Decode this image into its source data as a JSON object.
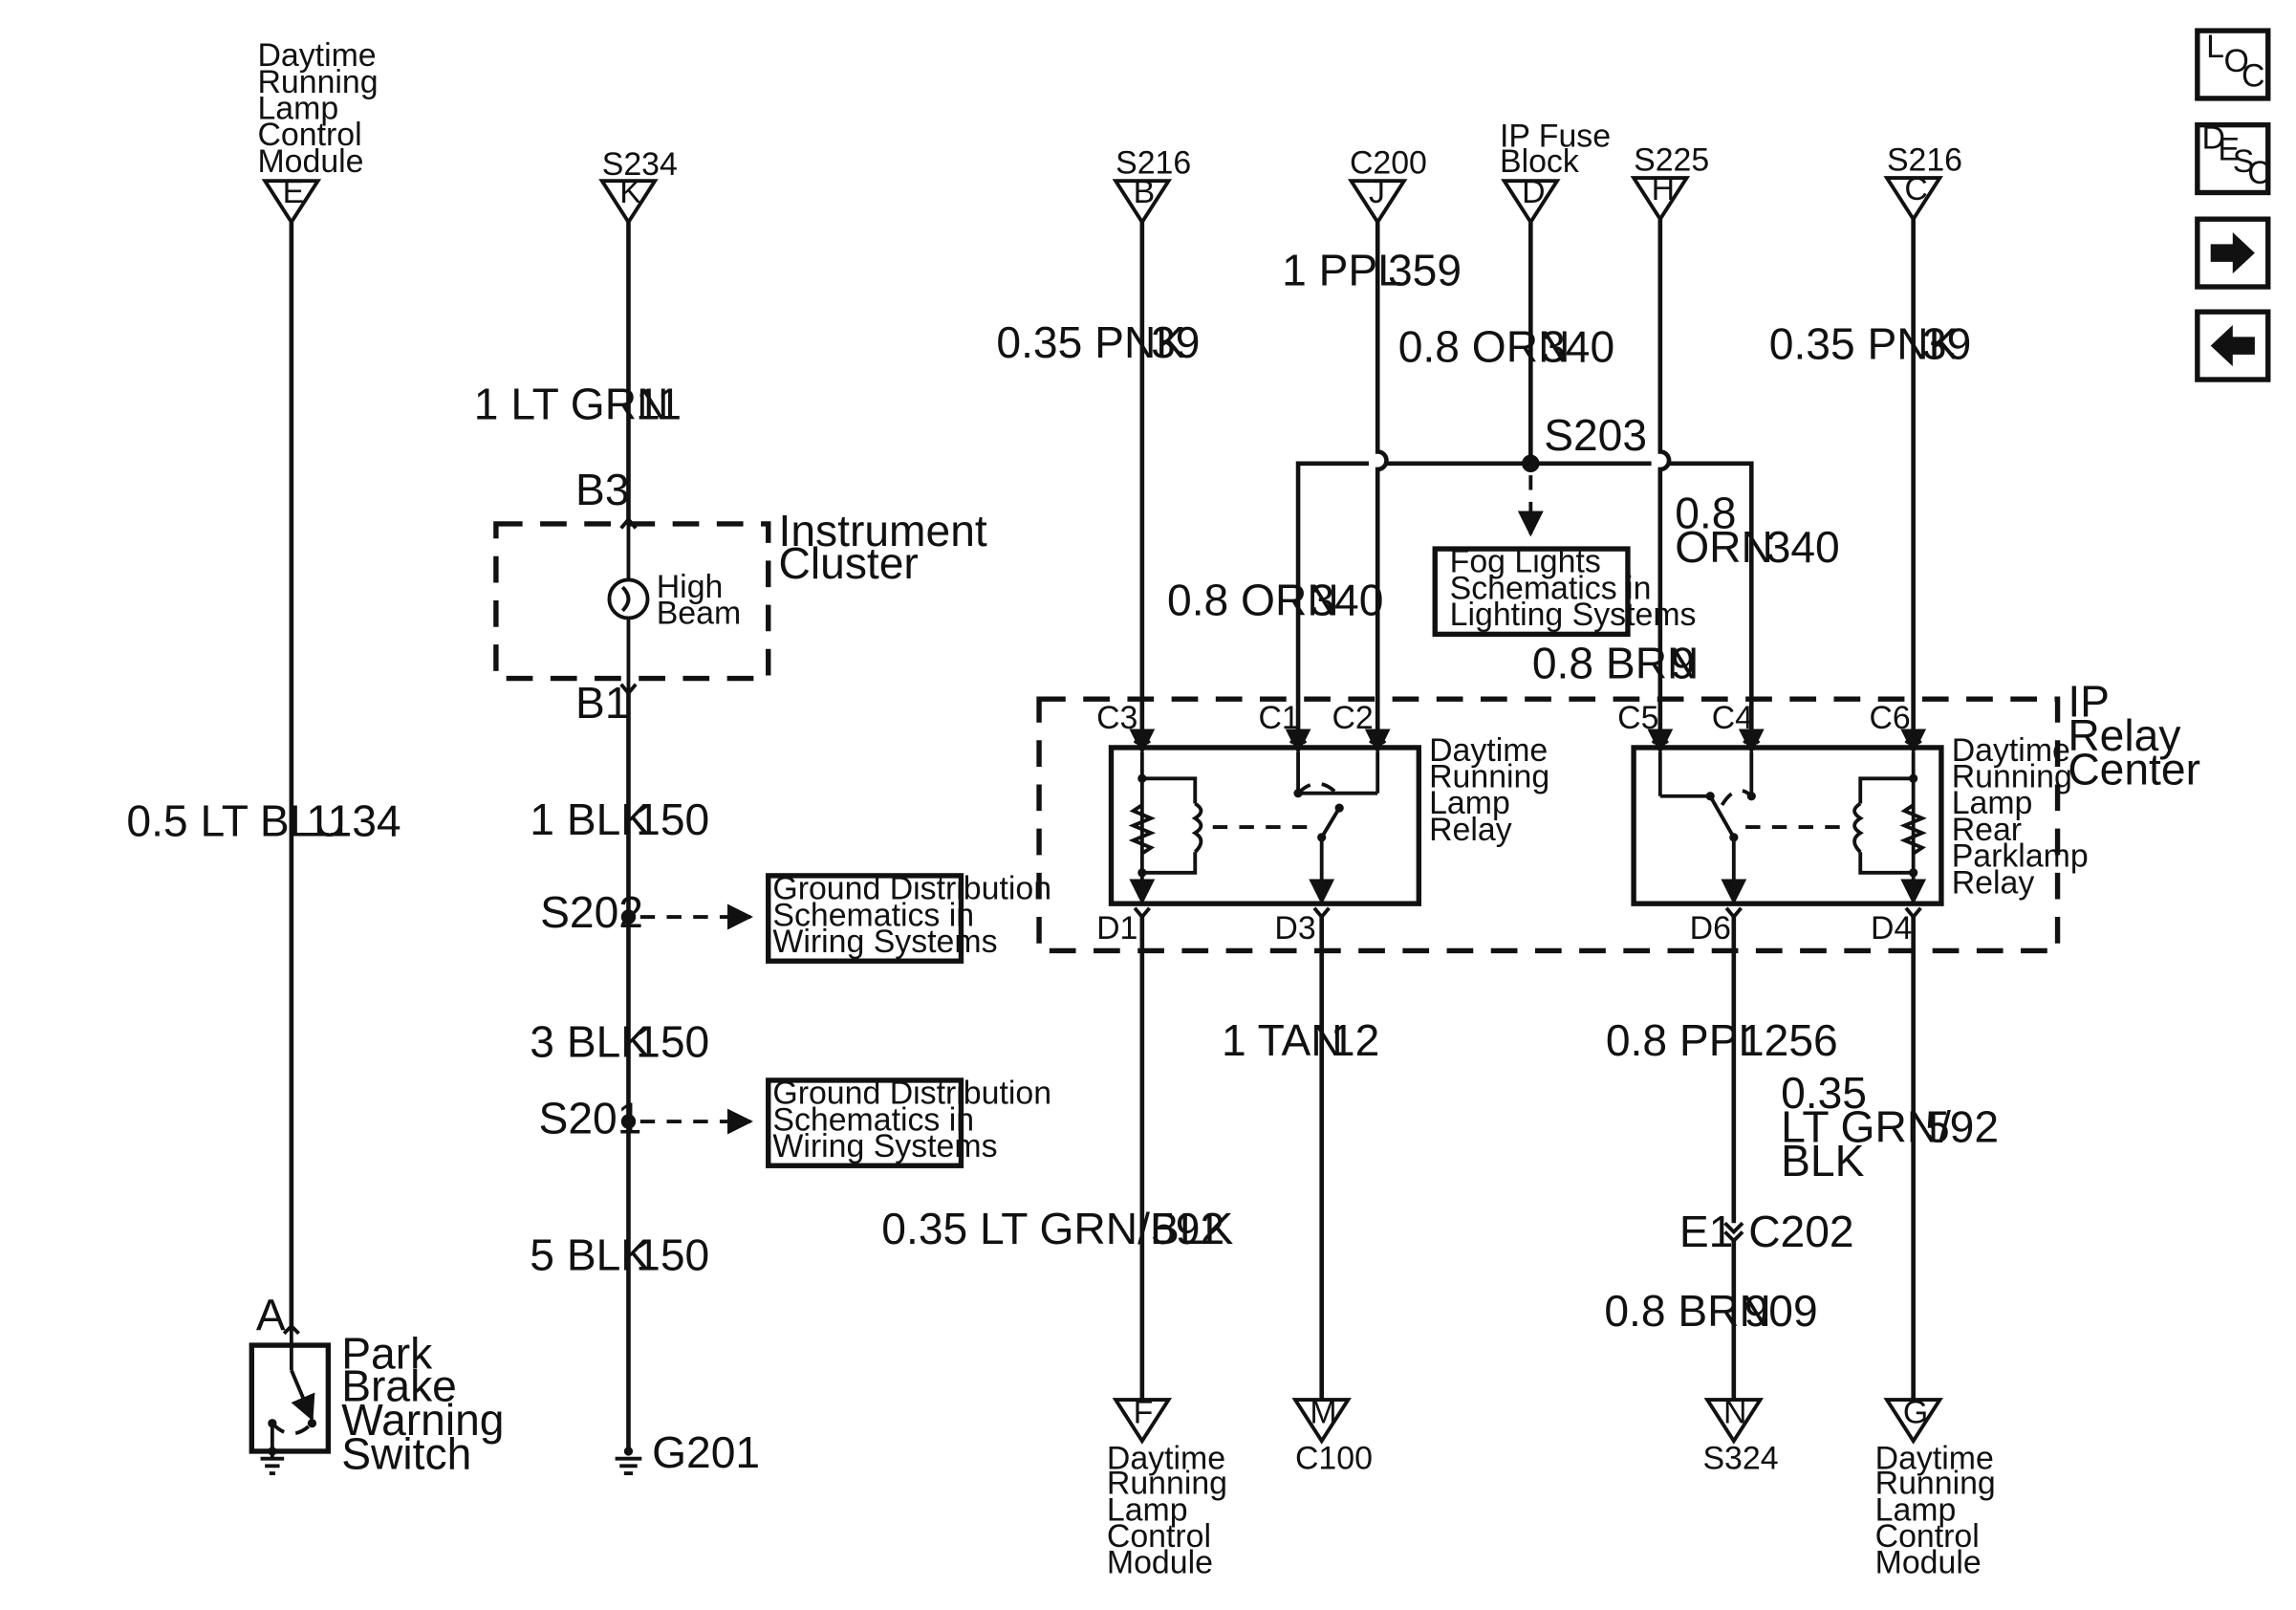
{
  "nav": {
    "loc": [
      "L",
      "O",
      "C"
    ],
    "desc": [
      "D",
      "E",
      "S",
      "C"
    ]
  },
  "connectors": [
    {
      "name": "E",
      "title": [
        "Daytime",
        "Running",
        "Lamp",
        "Control",
        "Module"
      ]
    },
    {
      "name": "K",
      "title": [
        "S234"
      ]
    },
    {
      "name": "B",
      "title": [
        "S216"
      ]
    },
    {
      "name": "J",
      "title": [
        "C200"
      ]
    },
    {
      "name": "D",
      "title": [
        "IP Fuse",
        "Block"
      ]
    },
    {
      "name": "H",
      "title": [
        "S225"
      ]
    },
    {
      "name": "C",
      "title": [
        "S216"
      ]
    },
    {
      "name": "F",
      "title": [
        "Daytime",
        "Running",
        "Lamp",
        "Control",
        "Module"
      ]
    },
    {
      "name": "M",
      "title": [
        "C100"
      ]
    },
    {
      "name": "N",
      "title": [
        "S324"
      ]
    },
    {
      "name": "G",
      "title": [
        "Daytime",
        "Running",
        "Lamp",
        "Control",
        "Module"
      ]
    }
  ],
  "wires": [
    {
      "gauge": "0.5 LT BLU",
      "circuit": "1134"
    },
    {
      "gauge": "1 LT GRN",
      "circuit": "11"
    },
    {
      "gauge": "1 BLK",
      "circuit": "150"
    },
    {
      "gauge": "3 BLK",
      "circuit": "150"
    },
    {
      "gauge": "5 BLK",
      "circuit": "150"
    },
    {
      "gauge": "0.35 PNK",
      "circuit": "39"
    },
    {
      "gauge": "1 PPL",
      "circuit": "359"
    },
    {
      "gauge": "0.8 ORN",
      "circuit": "340"
    },
    {
      "gauge": "0.35 PNK",
      "circuit": "39"
    },
    {
      "gauge": "0.8 ORN",
      "circuit": "340"
    },
    {
      "gauge_lines": [
        "0.8",
        "ORN"
      ],
      "circuit": "340"
    },
    {
      "gauge": "0.8 BRN",
      "circuit": "9"
    },
    {
      "gauge": "0.35 LT GRN/BLK",
      "circuit": "592"
    },
    {
      "gauge": "1 TAN",
      "circuit": "12"
    },
    {
      "gauge": "0.8 PPL",
      "circuit": "1256"
    },
    {
      "gauge_lines": [
        "0.35",
        "LT GRN/",
        "BLK"
      ],
      "circuit": "592"
    },
    {
      "gauge": "0.8 BRN",
      "circuit": "909"
    }
  ],
  "splices": [
    "S203",
    "S202",
    "S201"
  ],
  "grounds": [
    "G201"
  ],
  "pins": {
    "cluster_top": "B3",
    "cluster_bottom": "B1",
    "switch": "A",
    "relay1": [
      "C3",
      "C1",
      "C2",
      "D1",
      "D3"
    ],
    "relay2": [
      "C5",
      "C4",
      "C6",
      "D6",
      "D4"
    ],
    "inline_pin": "E1",
    "inline_conn": "C202"
  },
  "components": {
    "cluster": [
      "Instrument",
      "Cluster"
    ],
    "high_beam": [
      "High",
      "Beam"
    ],
    "relay_center": [
      "IP",
      "Relay",
      "Center"
    ],
    "relay1": [
      "Daytime",
      "Running",
      "Lamp",
      "Relay"
    ],
    "relay2": [
      "Daytime",
      "Running",
      "Lamp",
      "Rear",
      "Parklamp",
      "Relay"
    ],
    "switch": [
      "Park",
      "Brake",
      "Warning",
      "Switch"
    ]
  },
  "refs": {
    "fog": [
      "Fog Lights",
      "Schematics in",
      "Lighting Systems"
    ],
    "ground1": [
      "Ground Distribution",
      "Schematics in",
      "Wiring Systems"
    ],
    "ground2": [
      "Ground Distribution",
      "Schematics in",
      "Wiring Systems"
    ]
  }
}
